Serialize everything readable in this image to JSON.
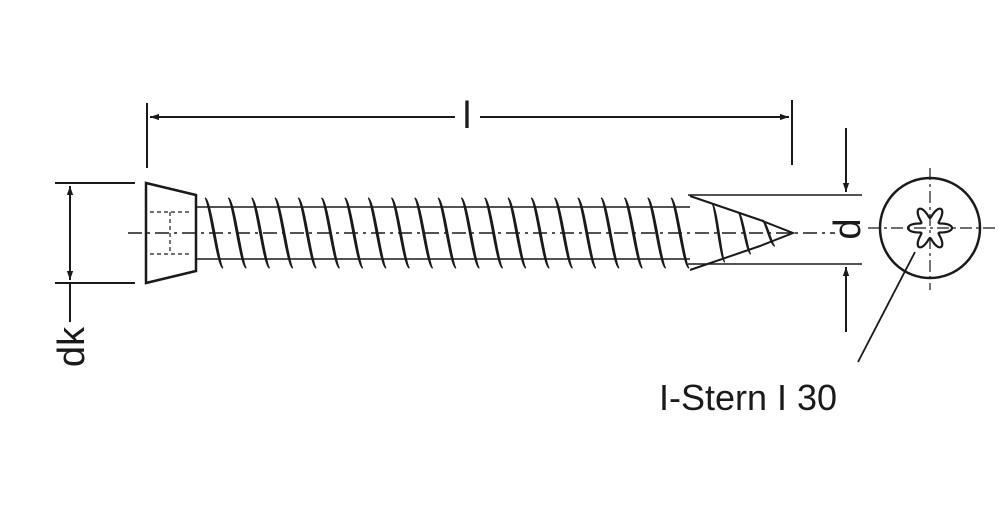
{
  "labels": {
    "length": "l",
    "diameter": "d",
    "head_diameter": "dk",
    "drive": "I-Stern I 30"
  },
  "colors": {
    "ink": "#1a1a1a",
    "background": "#ffffff"
  },
  "drive_icon": "hexalobular-star-icon"
}
